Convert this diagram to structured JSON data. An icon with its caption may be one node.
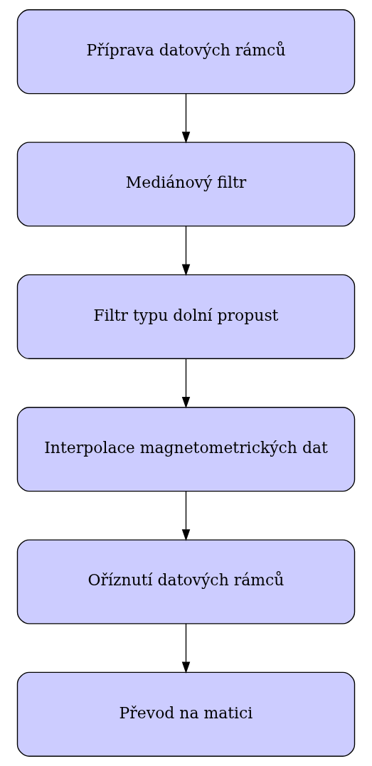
{
  "diagram": {
    "nodes": [
      {
        "text": [
          "Příprava datových rámců"
        ]
      },
      {
        "text": [
          "Mediánový filtr"
        ]
      },
      {
        "text": [
          "Filtr typu dolní propust"
        ]
      },
      {
        "text": [
          "Interpolace magnetometrických dat"
        ]
      },
      {
        "text": [
          "Oříznutí datových rámců"
        ]
      },
      {
        "text": [
          "Převod na matici"
        ]
      }
    ],
    "edges": [
      {
        "from": 0,
        "to": 1,
        "arrow": "to"
      },
      {
        "from": 1,
        "to": 2,
        "arrow": "to"
      },
      {
        "from": 2,
        "to": 3,
        "arrow": "to"
      },
      {
        "from": 3,
        "to": 4,
        "arrow": "to"
      },
      {
        "from": 4,
        "to": 5,
        "arrow": "to"
      }
    ]
  }
}
